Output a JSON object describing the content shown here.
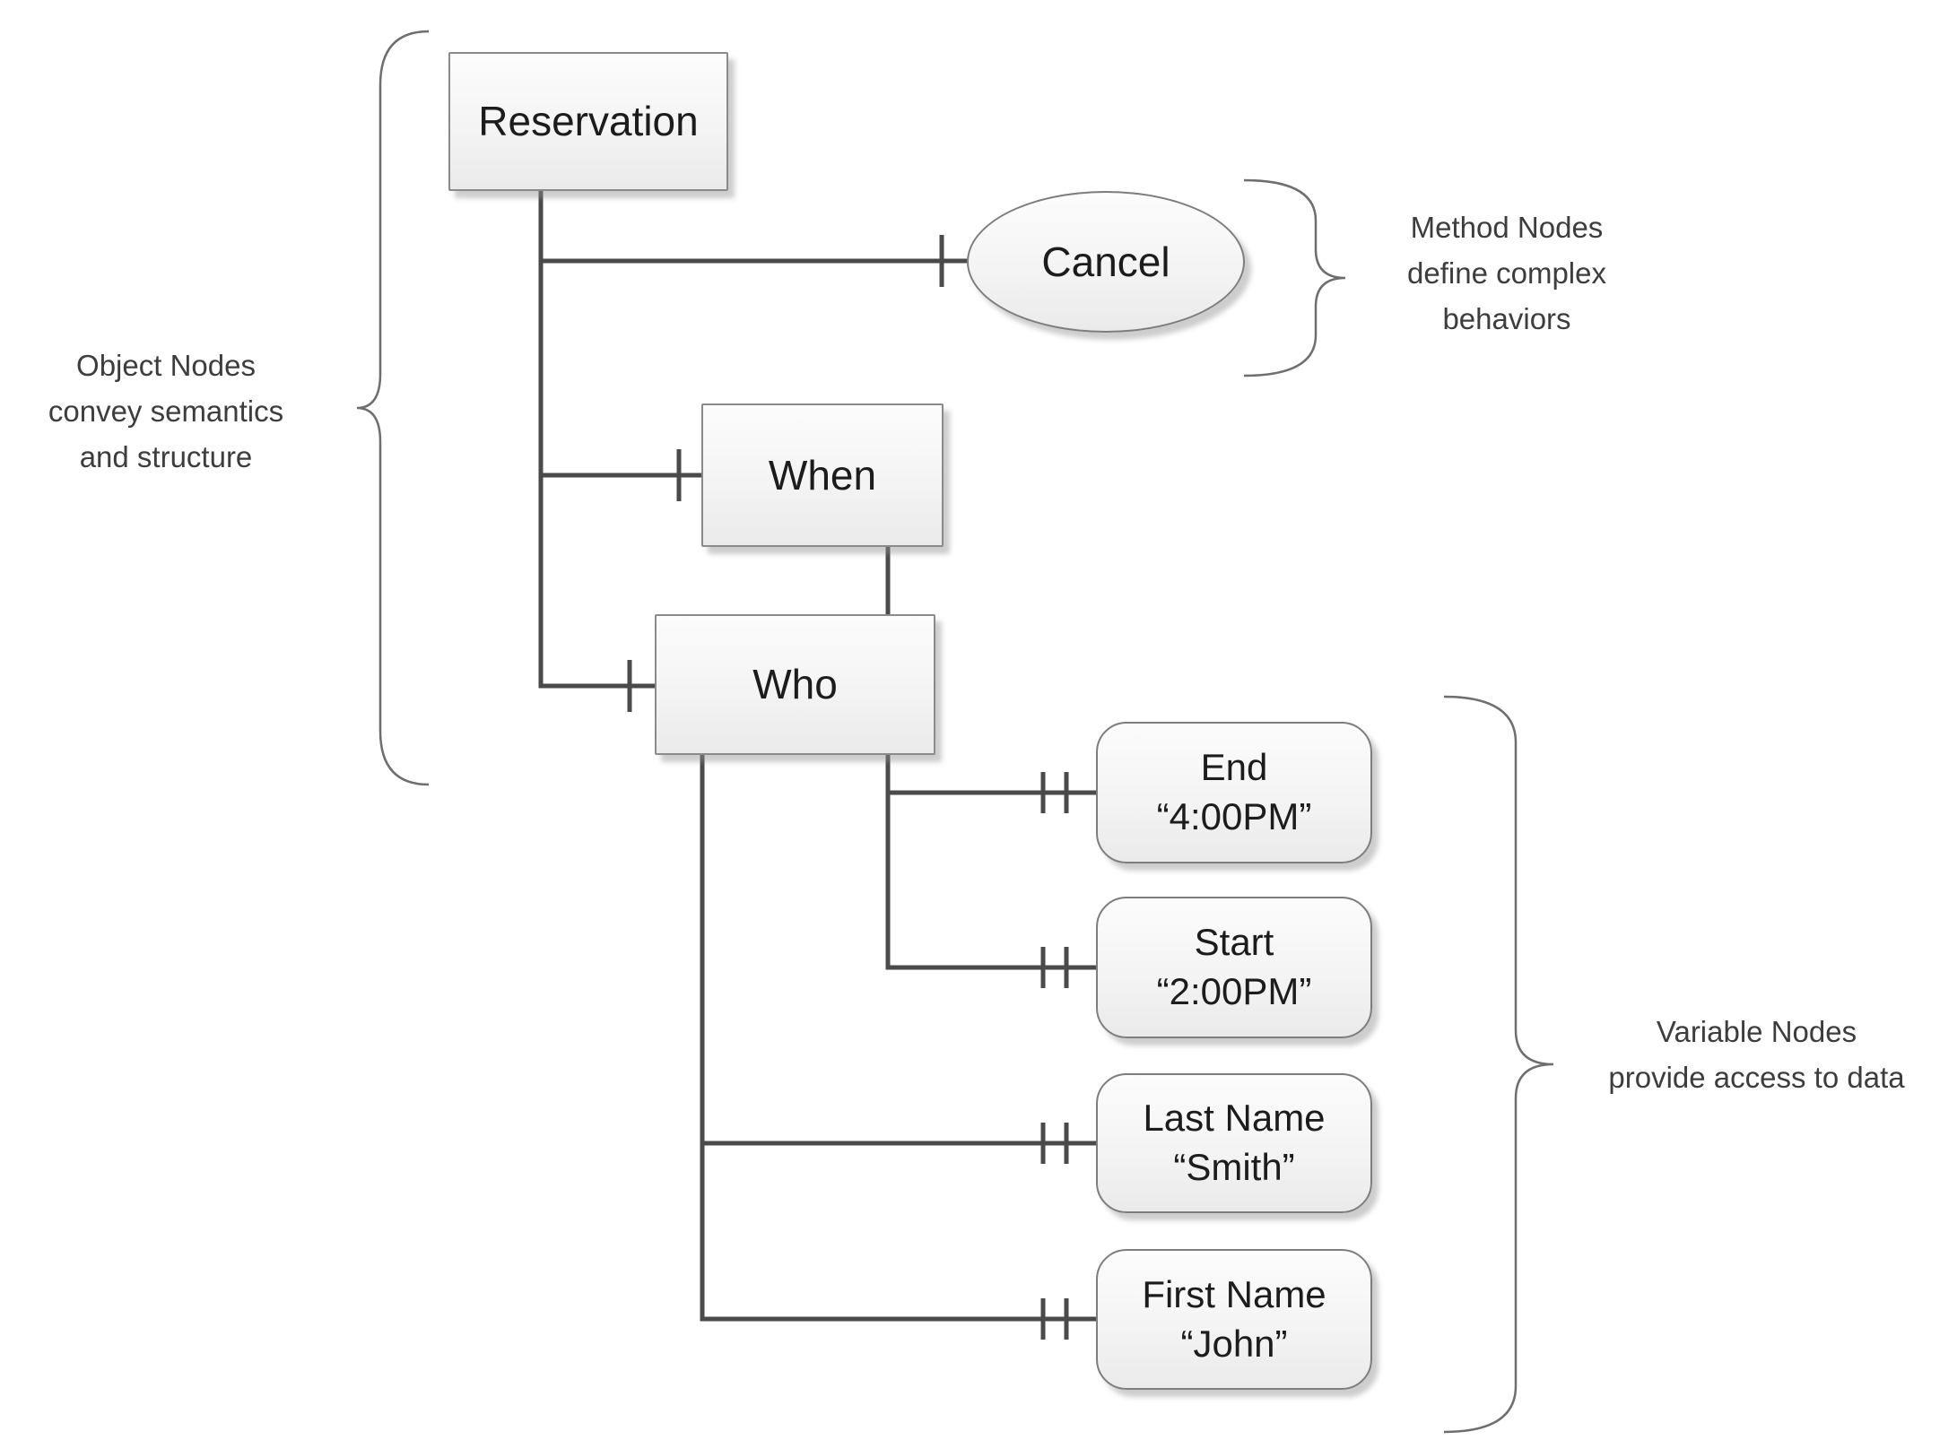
{
  "diagram": {
    "nodes": {
      "reservation": {
        "label": "Reservation",
        "type": "object"
      },
      "cancel": {
        "label": "Cancel",
        "type": "method"
      },
      "when": {
        "label": "When",
        "type": "object"
      },
      "who": {
        "label": "Who",
        "type": "object"
      },
      "end": {
        "label": "End",
        "value": "“4:00PM”",
        "type": "variable"
      },
      "start": {
        "label": "Start",
        "value": "“2:00PM”",
        "type": "variable"
      },
      "last_name": {
        "label": "Last Name",
        "value": "“Smith”",
        "type": "variable"
      },
      "first_name": {
        "label": "First Name",
        "value": "“John”",
        "type": "variable"
      }
    },
    "annotations": {
      "object_nodes": {
        "line1": "Object Nodes",
        "line2": "convey semantics",
        "line3": "and structure"
      },
      "method_nodes": {
        "line1": "Method Nodes",
        "line2": "define complex",
        "line3": "behaviors"
      },
      "variable_nodes": {
        "line1": "Variable Nodes",
        "line2": "provide access to data"
      }
    },
    "colors": {
      "connector": "#4a4a4a",
      "node_border": "#8a8a8a",
      "node_fill_top": "#fcfcfc",
      "node_fill_bottom": "#eaeaea",
      "brace": "#6e6e6e",
      "node_text": "#1c1c1c",
      "annotation_text": "#3d3d3d",
      "background": "#ffffff"
    }
  }
}
